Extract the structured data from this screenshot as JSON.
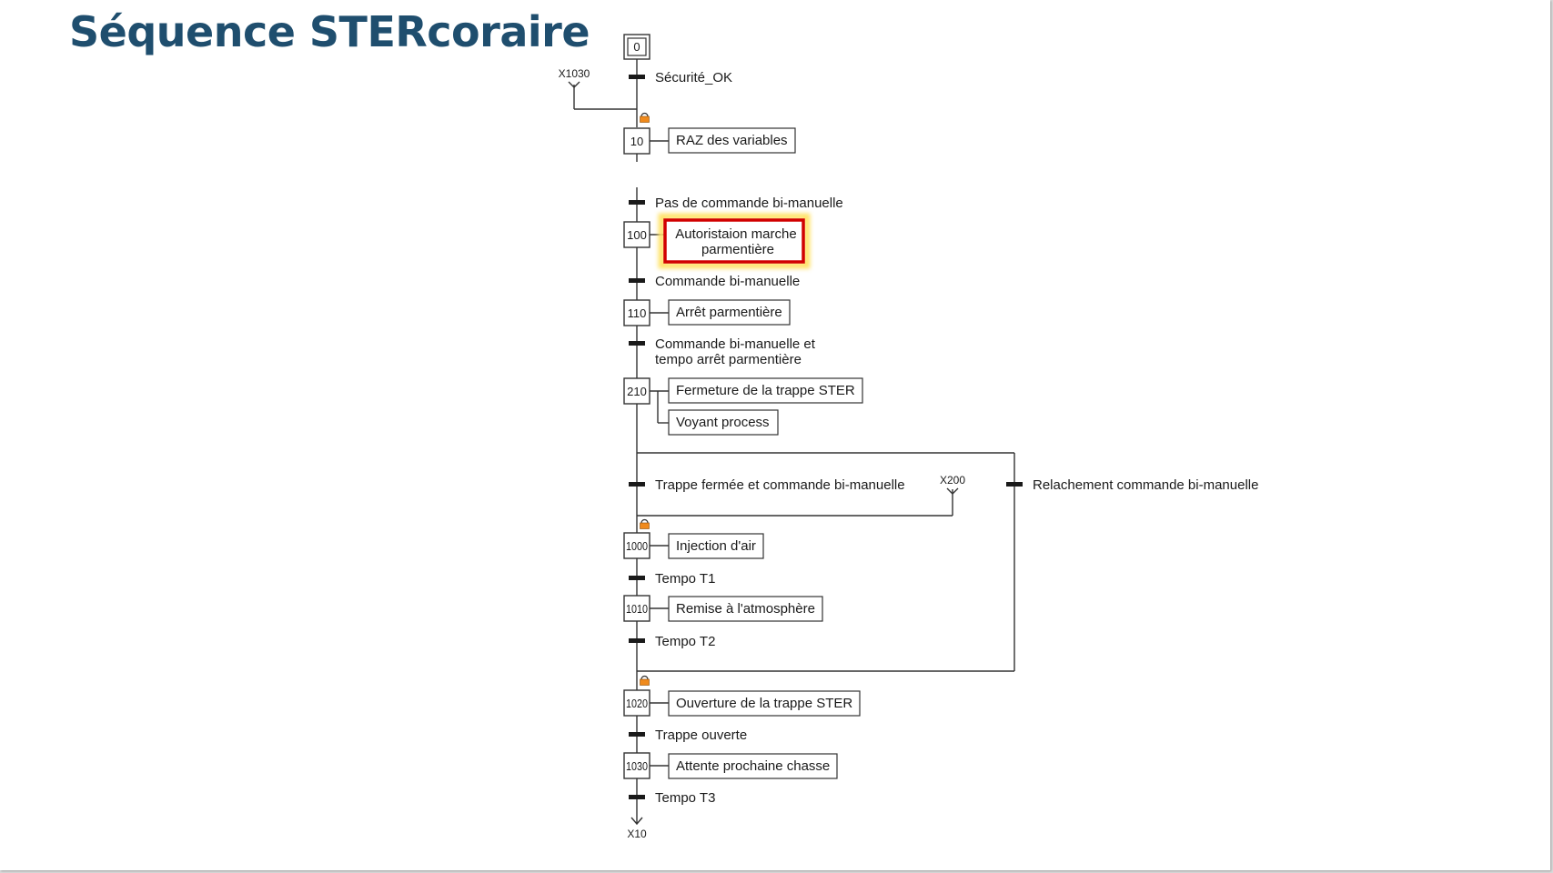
{
  "slide": {
    "title": "Séquence STERcoraire"
  },
  "grafcet": {
    "initial_step": "0",
    "jump_in_source": "X1030",
    "jump_from_x200": "X200",
    "jump_out_target": "X10",
    "steps": {
      "s10": "10",
      "s100": "100",
      "s110": "110",
      "s210": "210",
      "s1000": "1000",
      "s1010": "1010",
      "s1020": "1020",
      "s1030": "1030"
    },
    "actions": {
      "a10": "RAZ des variables",
      "a100_line1": "Autoristaion marche",
      "a100_line2": "parmentière",
      "a110": "Arrêt parmentière",
      "a210_1": "Fermeture de la trappe STER",
      "a210_2": "Voyant process",
      "a1000": "Injection d'air",
      "a1010": "Remise à l'atmosphère",
      "a1020": "Ouverture de la trappe STER",
      "a1030": "Attente prochaine chasse"
    },
    "transitions": {
      "t0": "Sécurité_OK",
      "t10": "Pas de commande bi-manuelle",
      "t100": "Commande bi-manuelle",
      "t110_line1": "Commande bi-manuelle et",
      "t110_line2": "tempo arrêt parmentière",
      "t210a": "Trappe fermée et commande bi-manuelle",
      "t210b": "Relachement commande bi-manuelle",
      "t1000": "Tempo T1",
      "t1010": "Tempo T2",
      "t1020": "Trappe ouverte",
      "t1030": "Tempo T3"
    },
    "colors": {
      "highlight_border": "#d10000",
      "highlight_glow": "#ffe36b",
      "lock_icon": "#f08a1c",
      "line": "#333333"
    }
  }
}
